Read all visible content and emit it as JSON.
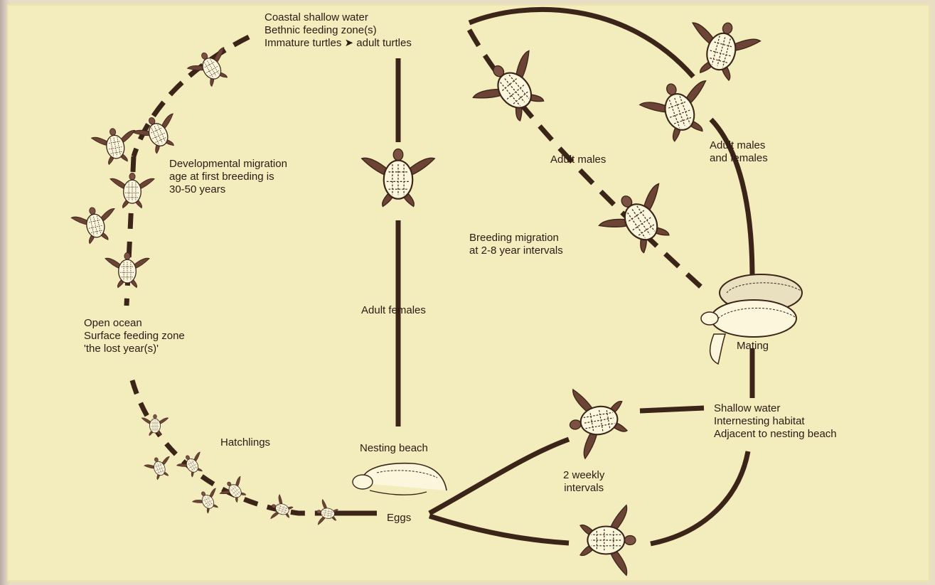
{
  "labels": {
    "coastal": [
      "Coastal shallow water",
      "Bethnic feeding zone(s)",
      "Immature turtles",
      "adult turtles"
    ],
    "arrow_glyph": "➤",
    "developmental": [
      "Developmental migration",
      "age at first breeding is",
      "30-50 years"
    ],
    "open_ocean": [
      "Open ocean",
      "Surface feeding zone",
      "'the lost year(s)'"
    ],
    "hatchlings": "Hatchlings",
    "adult_females": "Adult females",
    "nesting_beach": "Nesting beach",
    "eggs": "Eggs",
    "adult_males": "Adult males",
    "adult_males_females": [
      "Adult males",
      "and females"
    ],
    "breeding_migration": [
      "Breeding migration",
      "at 2-8 year intervals"
    ],
    "mating": "Mating",
    "shallow_water": [
      "Shallow water",
      "Internesting habitat",
      "Adjacent to nesting beach"
    ],
    "weekly": [
      "2 weekly",
      "intervals"
    ]
  },
  "colors": {
    "background": "#f3ecbd",
    "path": "#3b2418",
    "text": "#2c1a12"
  }
}
